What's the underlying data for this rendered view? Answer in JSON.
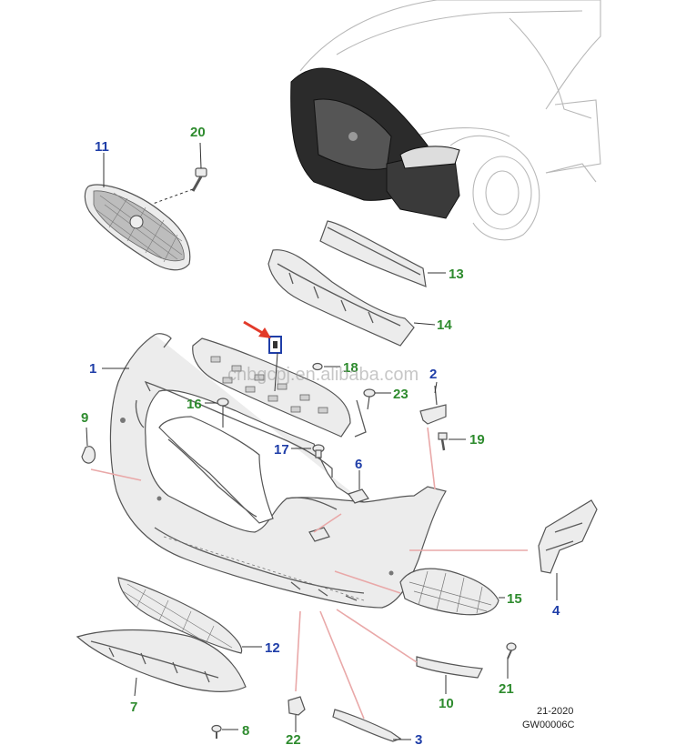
{
  "labels": [
    {
      "id": "1",
      "text": "1",
      "color": "blue"
    },
    {
      "id": "2",
      "text": "2",
      "color": "blue"
    },
    {
      "id": "3",
      "text": "3",
      "color": "blue"
    },
    {
      "id": "4",
      "text": "4",
      "color": "blue"
    },
    {
      "id": "6",
      "text": "6",
      "color": "blue"
    },
    {
      "id": "7",
      "text": "7",
      "color": "green"
    },
    {
      "id": "8",
      "text": "8",
      "color": "green"
    },
    {
      "id": "9",
      "text": "9",
      "color": "green"
    },
    {
      "id": "10",
      "text": "10",
      "color": "green"
    },
    {
      "id": "11",
      "text": "11",
      "color": "blue"
    },
    {
      "id": "12",
      "text": "12",
      "color": "blue"
    },
    {
      "id": "13",
      "text": "13",
      "color": "green"
    },
    {
      "id": "14",
      "text": "14",
      "color": "green"
    },
    {
      "id": "15",
      "text": "15",
      "color": "green"
    },
    {
      "id": "16",
      "text": "16",
      "color": "green"
    },
    {
      "id": "17",
      "text": "17",
      "color": "blue"
    },
    {
      "id": "18",
      "text": "18",
      "color": "green"
    },
    {
      "id": "19",
      "text": "19",
      "color": "green"
    },
    {
      "id": "20",
      "text": "20",
      "color": "green"
    },
    {
      "id": "21",
      "text": "21",
      "color": "green"
    },
    {
      "id": "22",
      "text": "22",
      "color": "green"
    },
    {
      "id": "23",
      "text": "23",
      "color": "green"
    }
  ],
  "colors": {
    "blue_label": "#1f3ea8",
    "green_label": "#2e8b2e",
    "highlight": "#1f3ea8",
    "arrow": "#e23a2a",
    "pink_leader": "#e9a8a8"
  },
  "footer": {
    "date": "21-2020",
    "code": "GW00006C"
  },
  "watermark": "cnbgcpj.en.alibaba.com"
}
